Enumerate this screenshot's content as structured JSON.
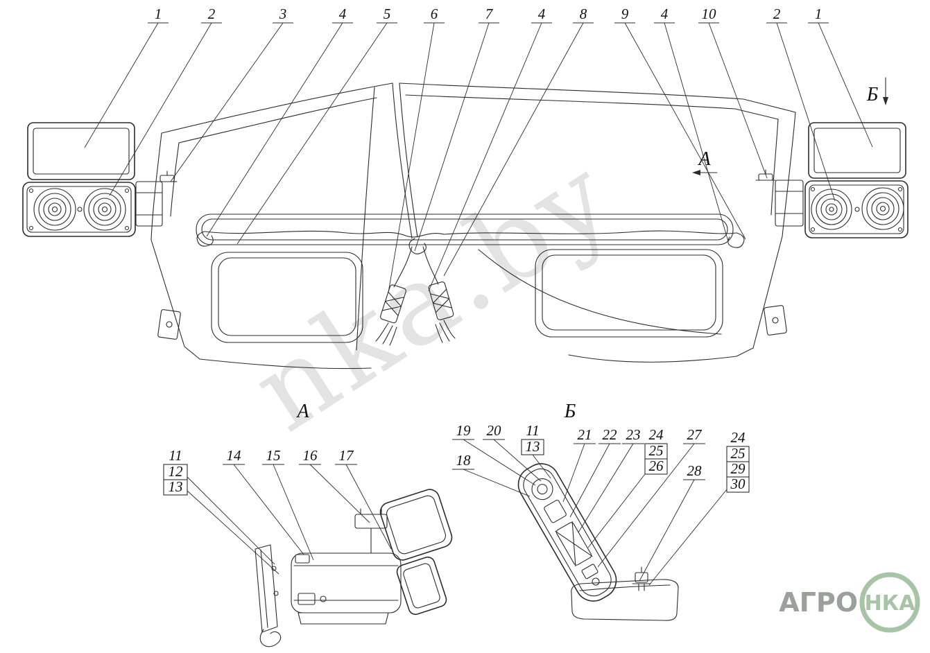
{
  "watermark": {
    "text": "nka.by"
  },
  "view_markers": {
    "a": "А",
    "b": "Б"
  },
  "detail_views": {
    "a_title": "А",
    "b_title": "Б"
  },
  "callouts": {
    "top": [
      "1",
      "2",
      "3",
      "4",
      "5",
      "6",
      "7",
      "4",
      "8",
      "9",
      "4",
      "10",
      "2",
      "1"
    ],
    "detail_a": [
      "11",
      "12",
      "13",
      "14",
      "15",
      "16",
      "17"
    ],
    "detail_b": [
      "19",
      "20",
      "11",
      "13",
      "18",
      "21",
      "22",
      "23",
      "24",
      "25",
      "26",
      "27",
      "28",
      "24",
      "25",
      "29",
      "30"
    ]
  },
  "logo": {
    "left": "АГРО",
    "right": "НКА"
  },
  "colors": {
    "line": "#2b2b2b",
    "logo_gray": "#9aa09a",
    "logo_green": "#a7c4a7",
    "watermark": "#c9c9c9"
  }
}
